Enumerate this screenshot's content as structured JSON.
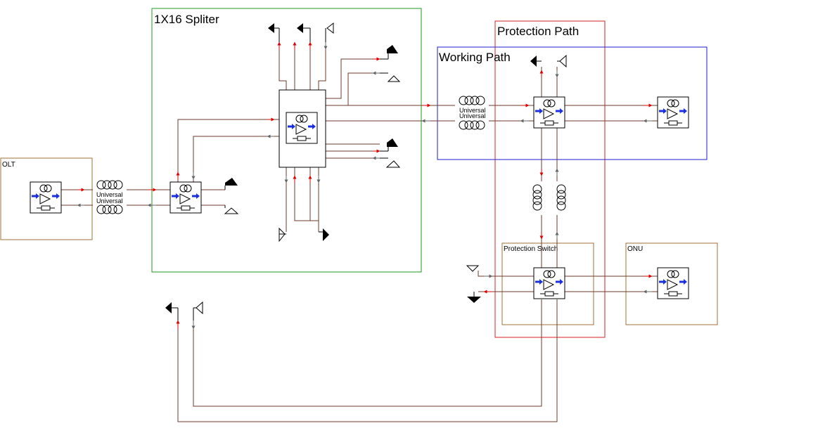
{
  "labels": {
    "splitter": "1X16 Spliter",
    "protection_path": "Protection Path",
    "working_path": "Working Path",
    "olt": "OLT",
    "protection_switch": "Protection Switch",
    "onu": "ONU",
    "fiber_1": "Universal",
    "fiber_2": "Universal",
    "fiber_3": "Universal",
    "fiber_4": "Universal"
  },
  "colors": {
    "splitter_box": "#1f9a1f",
    "protection_box": "#d42020",
    "working_box": "#1c1cd0",
    "olt_box": "#a0703a",
    "switch_box": "#a0703a",
    "onu_box": "#a0703a",
    "wire": "#6b3a2a",
    "arrow_red": "#dd0000",
    "arrow_gray": "#666666",
    "amp_arrow": "#1a2fe0"
  }
}
